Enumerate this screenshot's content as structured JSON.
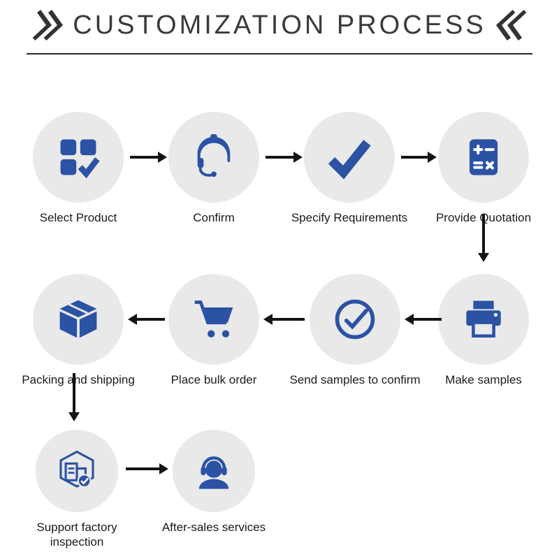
{
  "title": {
    "text": "CUSTOMIZATION PROCESS",
    "left_decoration": "double-chevron-right",
    "right_decoration": "double-chevron-left"
  },
  "colors": {
    "accent": "#2b52a4",
    "circle_bg": "#e9e9e9",
    "arrow": "#141414",
    "title": "#3a3a3a"
  },
  "steps": [
    {
      "order": 1,
      "label": "Select Product",
      "icon": "product-grid-check-icon"
    },
    {
      "order": 2,
      "label": "Confirm",
      "icon": "customer-service-icon"
    },
    {
      "order": 3,
      "label": "Specify Requirements",
      "icon": "checkmark-icon"
    },
    {
      "order": 4,
      "label": "Provide Quotation",
      "icon": "calculator-icon"
    },
    {
      "order": 5,
      "label": "Make samples",
      "icon": "printer-icon"
    },
    {
      "order": 6,
      "label": "Send samples to confirm",
      "icon": "check-circle-icon"
    },
    {
      "order": 7,
      "label": "Place bulk order",
      "icon": "shopping-cart-icon"
    },
    {
      "order": 8,
      "label": "Packing and shipping",
      "icon": "package-box-icon"
    },
    {
      "order": 9,
      "label": "Support factory inspection",
      "icon": "factory-inspection-icon"
    },
    {
      "order": 10,
      "label": "After-sales services",
      "icon": "headset-support-icon"
    }
  ],
  "connections": [
    {
      "from": "Select Product",
      "to": "Confirm",
      "direction": "right"
    },
    {
      "from": "Confirm",
      "to": "Specify Requirements",
      "direction": "right"
    },
    {
      "from": "Specify Requirements",
      "to": "Provide Quotation",
      "direction": "right"
    },
    {
      "from": "Provide Quotation",
      "to": "Make samples",
      "direction": "down"
    },
    {
      "from": "Make samples",
      "to": "Send samples to confirm",
      "direction": "left"
    },
    {
      "from": "Send samples to confirm",
      "to": "Place bulk order",
      "direction": "left"
    },
    {
      "from": "Place bulk order",
      "to": "Packing and shipping",
      "direction": "left"
    },
    {
      "from": "Packing and shipping",
      "to": "Support factory inspection",
      "direction": "down"
    },
    {
      "from": "Support factory inspection",
      "to": "After-sales services",
      "direction": "right"
    }
  ]
}
